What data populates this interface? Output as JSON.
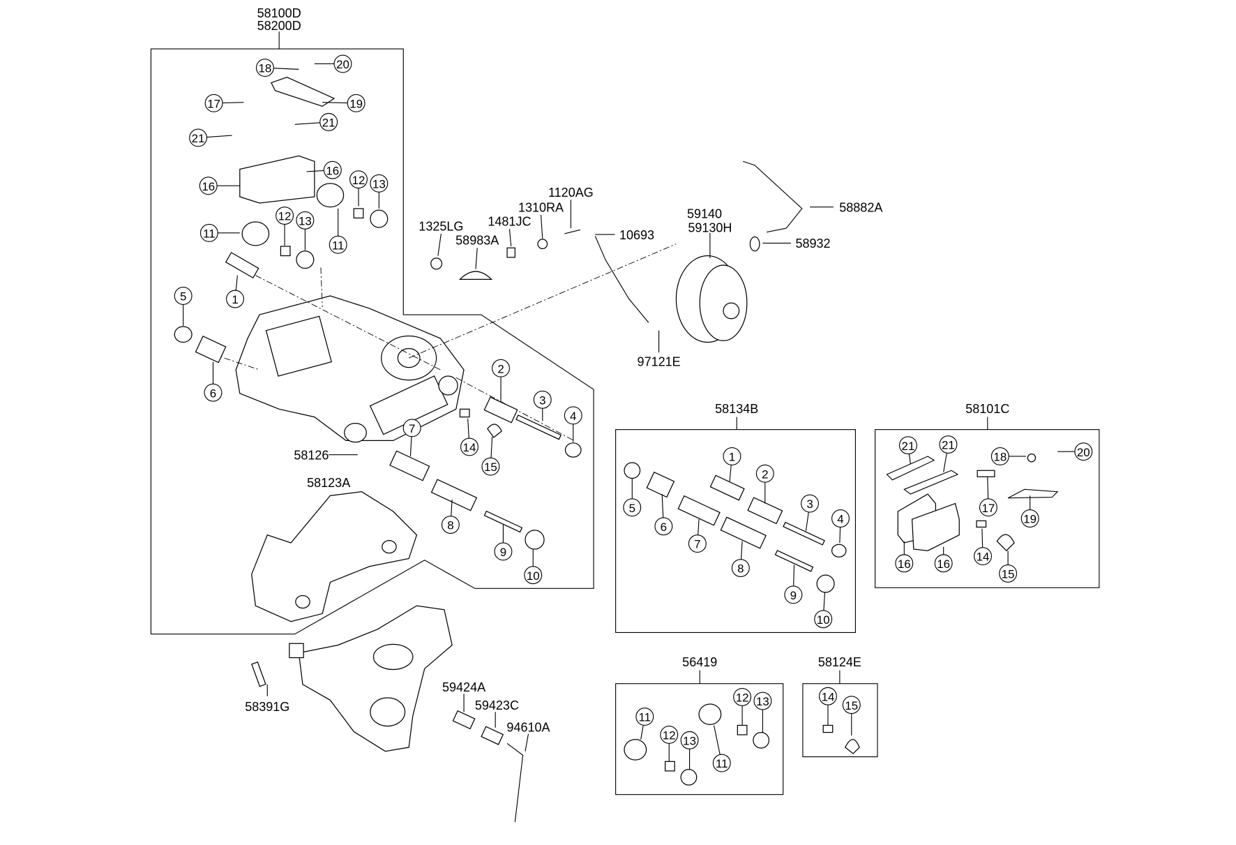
{
  "assembly": {
    "title_line1": "58100D",
    "title_line2": "58200D"
  },
  "part_numbers": {
    "p58126": "58126",
    "p58123A": "58123A",
    "p58391G": "58391G",
    "p59424A": "59424A",
    "p59423C": "59423C",
    "p94610A": "94610A",
    "p1325LG": "1325LG",
    "p58983A": "58983A",
    "p1481JC": "1481JC",
    "p1310RA": "1310RA",
    "p1120AG": "1120AG",
    "p10693": "10693",
    "p59140": "59140",
    "p59130H": "59130H",
    "p58882A": "58882A",
    "p58932": "58932",
    "p97121E": "97121E"
  },
  "kits": {
    "k58134B": "58134B",
    "k58101C": "58101C",
    "k56419": "56419",
    "k58124E": "58124E"
  },
  "callouts": {
    "main": [
      "18",
      "20",
      "17",
      "19",
      "21",
      "21",
      "16",
      "16",
      "12",
      "13",
      "11",
      "12",
      "13",
      "11",
      "5",
      "1",
      "6",
      "2",
      "3",
      "4",
      "7",
      "14",
      "15",
      "8",
      "9",
      "10"
    ],
    "kit_58134B": [
      "5",
      "6",
      "1",
      "2",
      "3",
      "4",
      "7",
      "8",
      "9",
      "10"
    ],
    "kit_58101C": [
      "21",
      "21",
      "18",
      "20",
      "17",
      "19",
      "16",
      "16",
      "14",
      "15"
    ],
    "kit_56419": [
      "11",
      "12",
      "13",
      "11",
      "12",
      "13"
    ],
    "kit_58124E": [
      "14",
      "15"
    ]
  }
}
